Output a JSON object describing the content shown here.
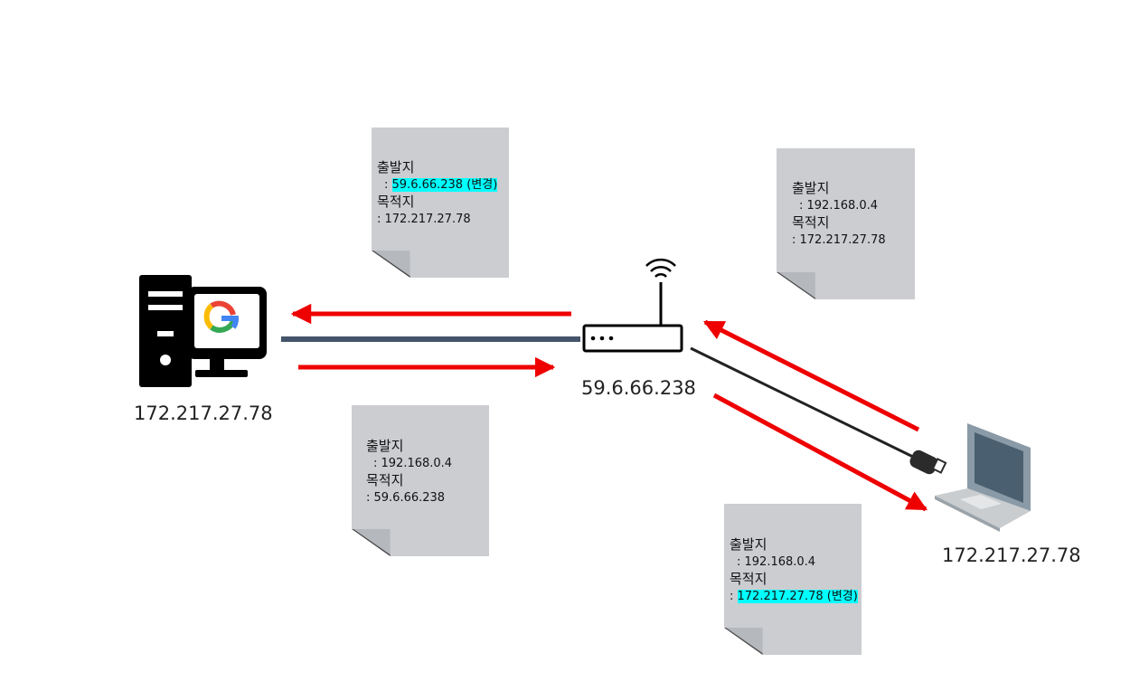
{
  "labels": {
    "server_ip": "172.217.27.78",
    "router_ip": "59.6.66.238",
    "laptop_ip": "172.217.27.78"
  },
  "packets": {
    "top_left": {
      "src_label": "출발지",
      "src_value": "59.6.66.238 (변경)",
      "dst_label": "목적지",
      "dst_value": ": 172.217.27.78"
    },
    "top_right": {
      "src_label": "출발지",
      "src_value": ": 192.168.0.4",
      "dst_label": "목적지",
      "dst_value": ": 172.217.27.78"
    },
    "bottom_left": {
      "src_label": "출발지",
      "src_value": ": 192.168.0.4",
      "dst_label": "목적지",
      "dst_value": ": 59.6.66.238"
    },
    "bottom_right": {
      "src_label": "출발지",
      "src_value": ": 192.168.0.4",
      "dst_label": "목적지",
      "dst_value": "172.217.27.78 (변경)"
    }
  },
  "icons": {
    "server": "desktop-computer-icon",
    "google": "google-logo-icon",
    "router": "wifi-router-icon",
    "laptop": "laptop-icon",
    "cable": "usb-cable-icon"
  },
  "colors": {
    "arrow": "#ee0000",
    "link": "#44546a",
    "note": "#cbcdd1",
    "highlight": "#00ffff"
  }
}
